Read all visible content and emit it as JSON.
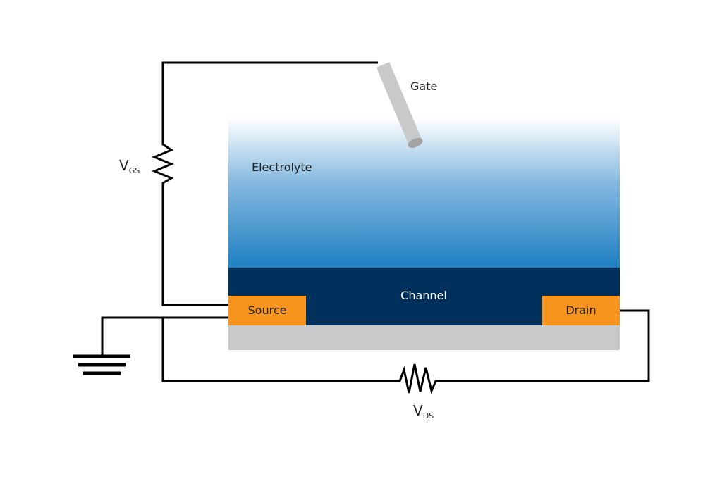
{
  "labels": {
    "gate": "Gate",
    "electrolyte": "Electrolyte",
    "channel": "Channel",
    "source": "Source",
    "drain": "Drain",
    "vgs_main": "V",
    "vgs_sub": "GS",
    "vds_main": "V",
    "vds_sub": "DS"
  },
  "colors": {
    "electrolyte_top": "#ffffff",
    "electrolyte_bottom": "#1e7fc2",
    "channel": "#00305c",
    "contacts": "#f7941d",
    "substrate": "#c8c9cb",
    "gate_electrode": "#c8c9cb",
    "wire": "#000000"
  }
}
